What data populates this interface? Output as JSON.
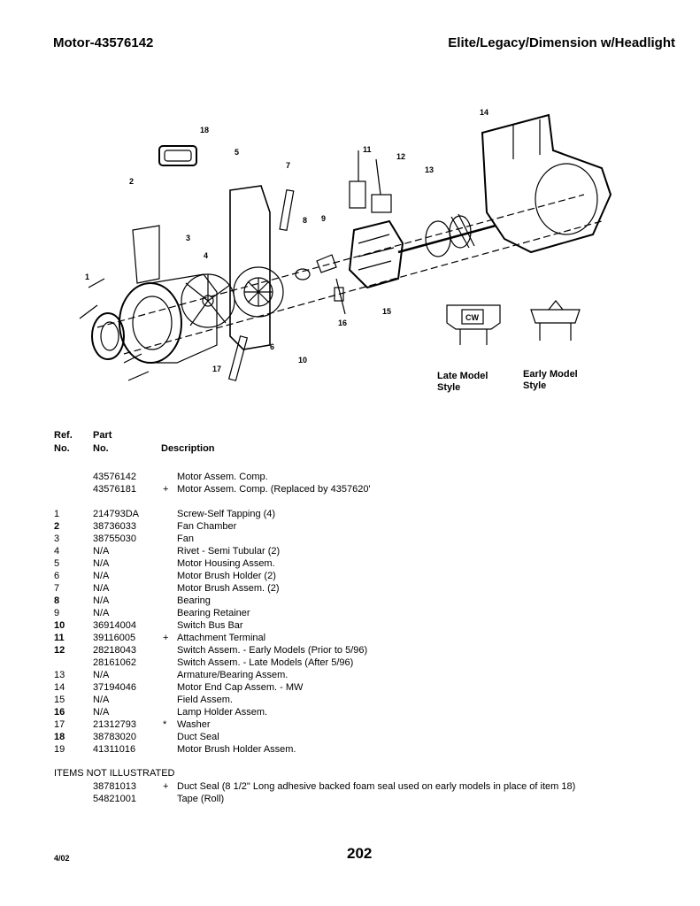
{
  "header": {
    "title": "Motor-43576142",
    "model": "Elite/Legacy/Dimension w/Headlight"
  },
  "diagram": {
    "callouts": [
      "1",
      "2",
      "3",
      "4",
      "5",
      "6",
      "7",
      "8",
      "9",
      "10",
      "11",
      "12",
      "13",
      "14",
      "15",
      "16",
      "17",
      "18"
    ],
    "late_model_line1": "Late Model",
    "late_model_line2": "Style",
    "early_model_line1": "Early Model",
    "early_model_line2": "Style",
    "switch_badge": "CW"
  },
  "table": {
    "header_ref_1": "Ref.",
    "header_ref_2": "No.",
    "header_part_1": "Part",
    "header_part_2": "No.",
    "header_desc": "Description",
    "rows": [
      {
        "ref": "",
        "bold": false,
        "part": "43576142",
        "mark": "",
        "desc": "Motor Assem. Comp."
      },
      {
        "ref": "",
        "bold": false,
        "part": "43576181",
        "mark": "+",
        "desc": "Motor Assem. Comp. (Replaced by 4357620'"
      },
      {
        "ref": "1",
        "bold": false,
        "part": "214793DA",
        "mark": "",
        "desc": "Screw-Self Tapping (4)"
      },
      {
        "ref": "2",
        "bold": true,
        "part": "38736033",
        "mark": "",
        "desc": "Fan Chamber"
      },
      {
        "ref": "3",
        "bold": false,
        "part": "38755030",
        "mark": "",
        "desc": "Fan"
      },
      {
        "ref": "4",
        "bold": false,
        "part": "N/A",
        "mark": "",
        "desc": "Rivet - Semi Tubular (2)"
      },
      {
        "ref": "5",
        "bold": false,
        "part": "N/A",
        "mark": "",
        "desc": "Motor Housing Assem."
      },
      {
        "ref": "6",
        "bold": false,
        "part": "N/A",
        "mark": "",
        "desc": "Motor Brush Holder (2)"
      },
      {
        "ref": "7",
        "bold": false,
        "part": "N/A",
        "mark": "",
        "desc": "Motor Brush Assem. (2)"
      },
      {
        "ref": "8",
        "bold": true,
        "part": "N/A",
        "mark": "",
        "desc": "Bearing"
      },
      {
        "ref": "9",
        "bold": false,
        "part": "N/A",
        "mark": "",
        "desc": "Bearing Retainer"
      },
      {
        "ref": "10",
        "bold": true,
        "part": "36914004",
        "mark": "",
        "desc": "Switch Bus Bar"
      },
      {
        "ref": "11",
        "bold": true,
        "part": "39116005",
        "mark": "+",
        "desc": "Attachment Terminal"
      },
      {
        "ref": "12",
        "bold": true,
        "part": "28218043",
        "mark": "",
        "desc": "Switch Assem. - Early Models (Prior to 5/96)"
      },
      {
        "ref": "",
        "bold": false,
        "part": "28161062",
        "mark": "",
        "desc": "Switch Assem. - Late Models (After 5/96)"
      },
      {
        "ref": "13",
        "bold": false,
        "part": "N/A",
        "mark": "",
        "desc": "Armature/Bearing Assem."
      },
      {
        "ref": "14",
        "bold": false,
        "part": "37194046",
        "mark": "",
        "desc": "Motor End Cap Assem. - MW"
      },
      {
        "ref": "15",
        "bold": false,
        "part": "N/A",
        "mark": "",
        "desc": "Field Assem."
      },
      {
        "ref": "16",
        "bold": true,
        "part": "N/A",
        "mark": "",
        "desc": "Lamp Holder Assem."
      },
      {
        "ref": "17",
        "bold": false,
        "part": "21312793",
        "mark": "*",
        "desc": "Washer"
      },
      {
        "ref": "18",
        "bold": true,
        "part": "38783020",
        "mark": "",
        "desc": "Duct Seal"
      },
      {
        "ref": "19",
        "bold": false,
        "part": "41311016",
        "mark": "",
        "desc": "Motor Brush Holder Assem."
      }
    ]
  },
  "not_illustrated": {
    "title": "ITEMS NOT ILLUSTRATED",
    "rows": [
      {
        "part": "38781013",
        "mark": "+",
        "desc": "Duct Seal (8 1/2\" Long adhesive backed foam seal used on early models in place of item 18)"
      },
      {
        "part": "54821001",
        "mark": "",
        "desc": "Tape (Roll)"
      }
    ]
  },
  "footer": {
    "date": "4/02",
    "page": "202"
  }
}
